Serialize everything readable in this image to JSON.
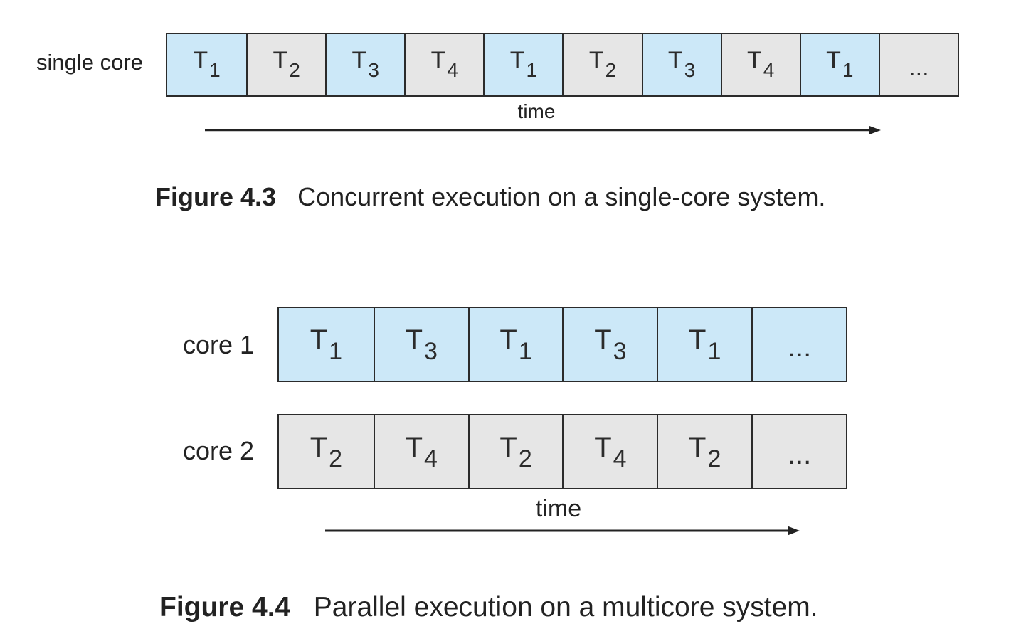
{
  "colors": {
    "blue_cell": "#cce8f8",
    "gray_cell": "#e6e6e6",
    "border": "#2b2b2b"
  },
  "figure_4_3": {
    "row_label": "single core",
    "cells": [
      {
        "name": "T",
        "sub": "1",
        "color": "blue"
      },
      {
        "name": "T",
        "sub": "2",
        "color": "gray"
      },
      {
        "name": "T",
        "sub": "3",
        "color": "blue"
      },
      {
        "name": "T",
        "sub": "4",
        "color": "gray"
      },
      {
        "name": "T",
        "sub": "1",
        "color": "blue"
      },
      {
        "name": "T",
        "sub": "2",
        "color": "gray"
      },
      {
        "name": "T",
        "sub": "3",
        "color": "blue"
      },
      {
        "name": "T",
        "sub": "4",
        "color": "gray"
      },
      {
        "name": "T",
        "sub": "1",
        "color": "blue"
      },
      {
        "name": "...",
        "sub": "",
        "color": "gray"
      }
    ],
    "time_label": "time",
    "caption_number": "Figure 4.3",
    "caption_text": "Concurrent execution on a single-core system."
  },
  "figure_4_4": {
    "rows": [
      {
        "row_label": "core 1",
        "cells": [
          {
            "name": "T",
            "sub": "1",
            "color": "blue"
          },
          {
            "name": "T",
            "sub": "3",
            "color": "blue"
          },
          {
            "name": "T",
            "sub": "1",
            "color": "blue"
          },
          {
            "name": "T",
            "sub": "3",
            "color": "blue"
          },
          {
            "name": "T",
            "sub": "1",
            "color": "blue"
          },
          {
            "name": "...",
            "sub": "",
            "color": "blue"
          }
        ]
      },
      {
        "row_label": "core 2",
        "cells": [
          {
            "name": "T",
            "sub": "2",
            "color": "gray"
          },
          {
            "name": "T",
            "sub": "4",
            "color": "gray"
          },
          {
            "name": "T",
            "sub": "2",
            "color": "gray"
          },
          {
            "name": "T",
            "sub": "4",
            "color": "gray"
          },
          {
            "name": "T",
            "sub": "2",
            "color": "gray"
          },
          {
            "name": "...",
            "sub": "",
            "color": "gray"
          }
        ]
      }
    ],
    "time_label": "time",
    "caption_number": "Figure 4.4",
    "caption_text": "Parallel execution on a multicore system."
  }
}
